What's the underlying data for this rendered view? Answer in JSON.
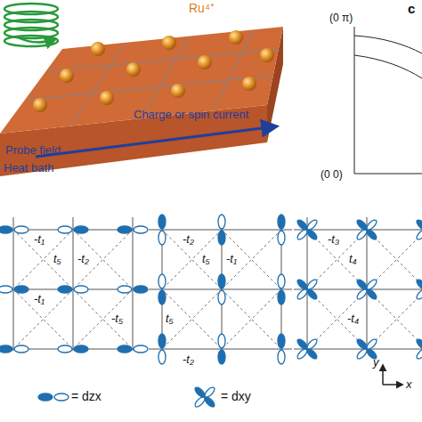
{
  "diagram": {
    "labels": [
      "Ru⁴⁺",
      "Probe field",
      "Charge or spin current",
      "Heat bath",
      "c",
      "(0 π)",
      "(0 0)",
      "-t₁",
      "t₅",
      "-t₂",
      "-t₁",
      "-t₅",
      "-t₂",
      "t₅",
      "-t₁",
      "t₅",
      "-t₂",
      "-t₃",
      "t₄",
      "-t₄",
      "y",
      "x"
    ],
    "legend": [
      {
        "text": "= dzx"
      },
      {
        "text": "= dxy"
      }
    ]
  }
}
